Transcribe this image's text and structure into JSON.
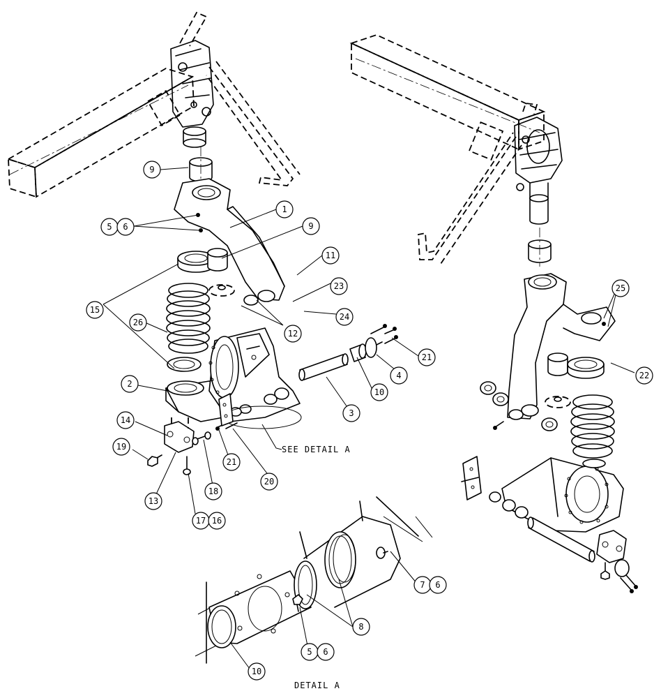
{
  "callouts": [
    "1",
    "2",
    "3",
    "4",
    "5",
    "6",
    "7",
    "8",
    "9",
    "10",
    "11",
    "12",
    "13",
    "14",
    "15",
    "16",
    "17",
    "18",
    "19",
    "20",
    "21",
    "22",
    "23",
    "24",
    "25",
    "26"
  ],
  "notes": {
    "see_detail": "SEE DETAIL  A",
    "detail_title": "DETAIL  A"
  }
}
